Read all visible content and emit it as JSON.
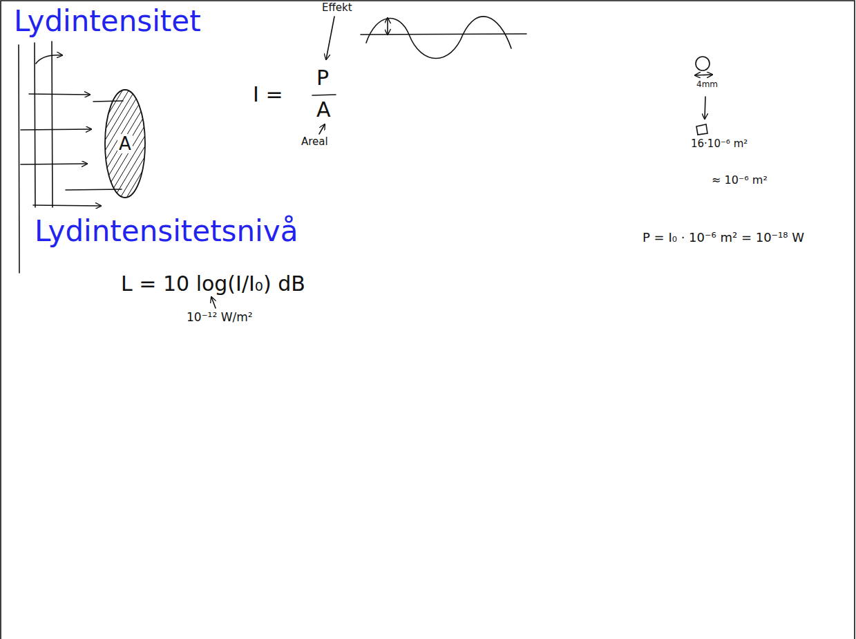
{
  "diagram": {
    "title": "Lydintensitet",
    "nodes": [
      {
        "text": [
          "A"
        ]
      }
    ],
    "labels": [
      "Effekt",
      "I =",
      "P",
      "A",
      "Areal",
      "4mm",
      "16·10⁻⁶ m²",
      "≈ 10⁻⁶ m²",
      "Lydintensitetsnivå",
      "P = I₀ · 10⁻⁶ m² = 10⁻¹⁸ W",
      "L = 10 log(I/I₀) dB",
      "10⁻¹² W/m²"
    ]
  }
}
